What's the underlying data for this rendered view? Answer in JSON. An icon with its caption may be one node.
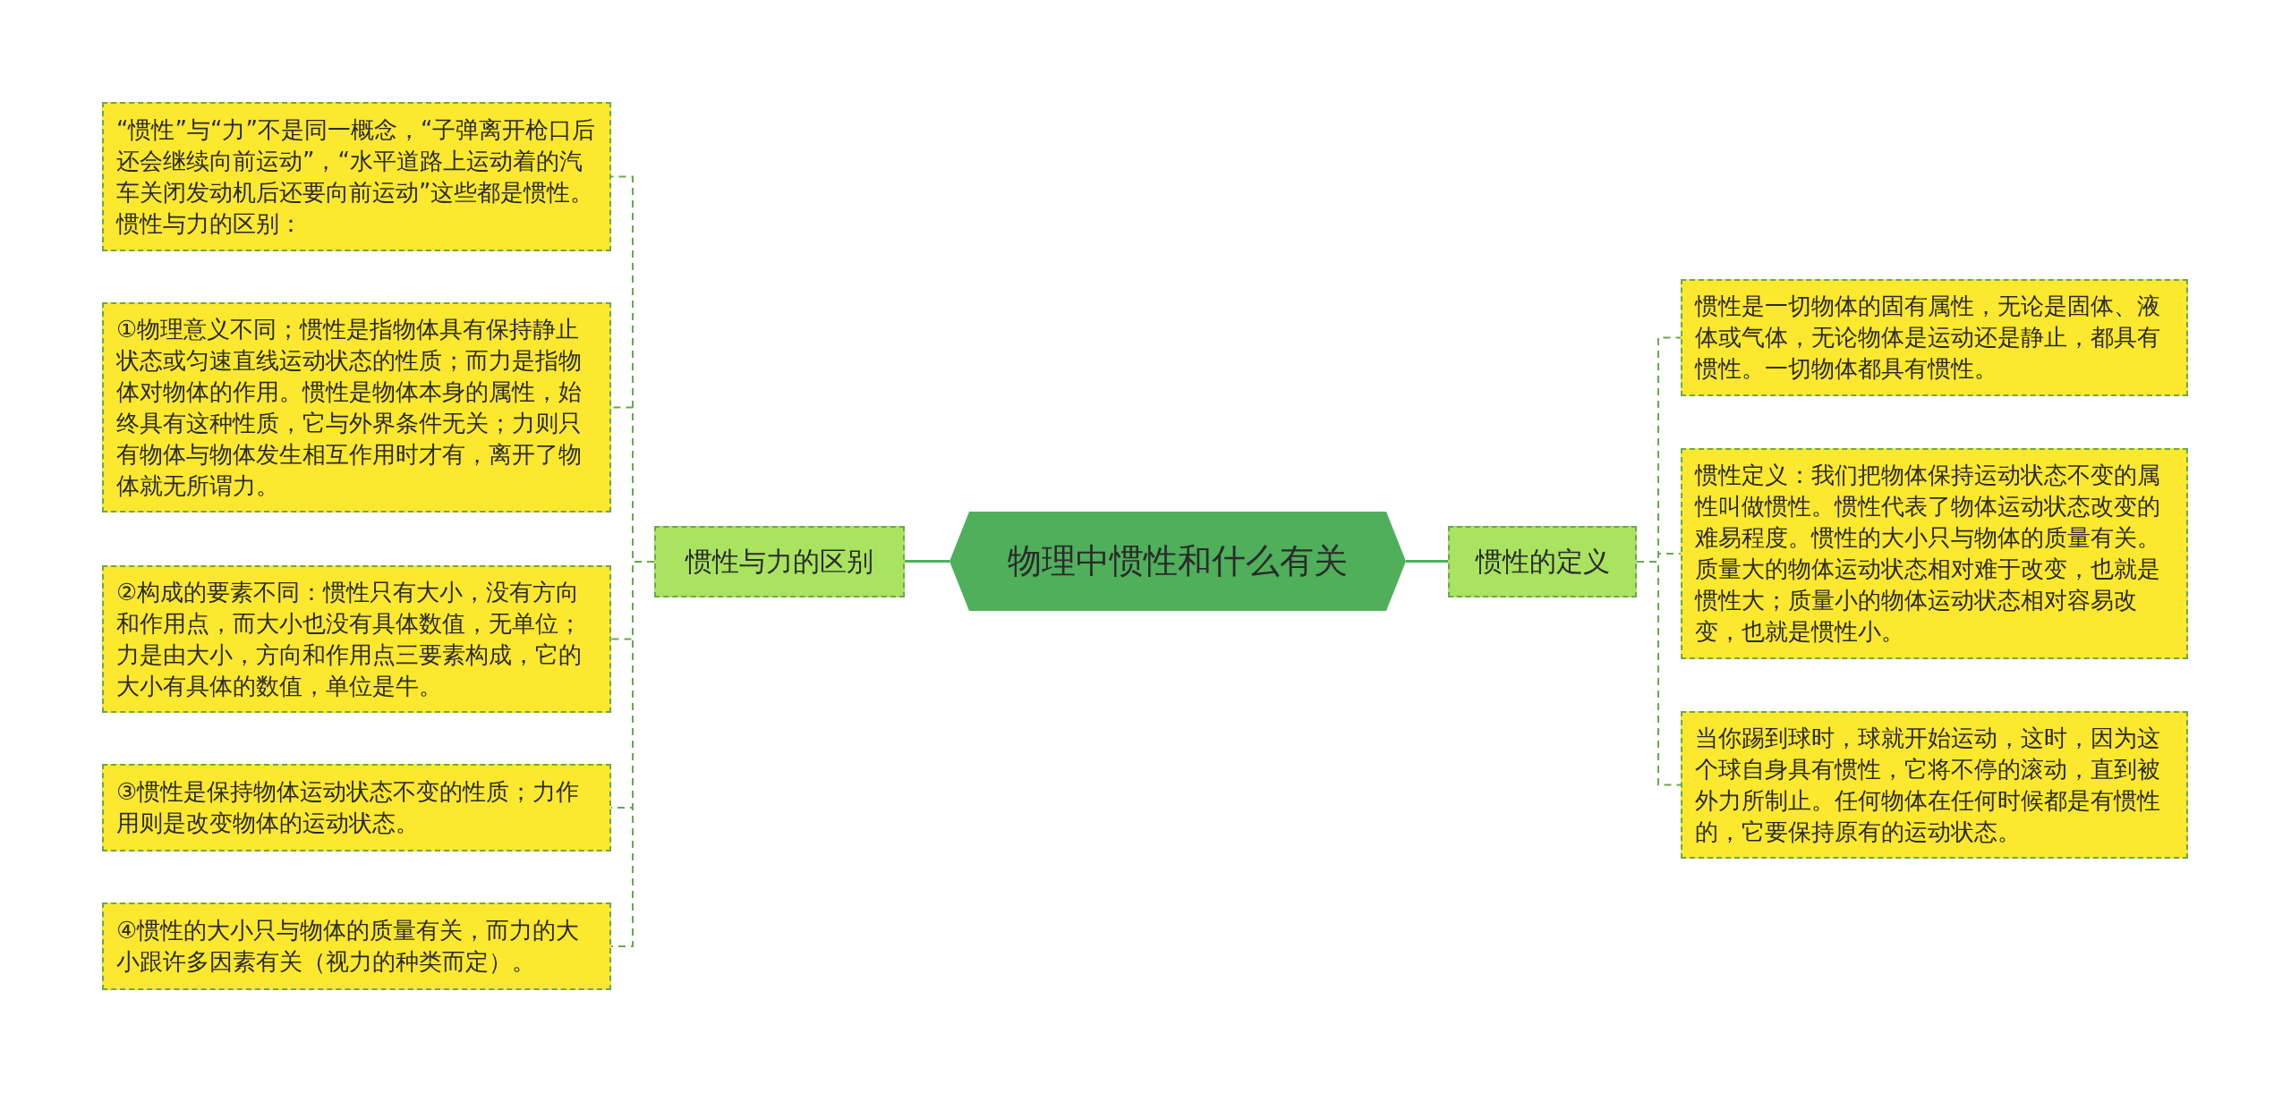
{
  "diagram": {
    "nodes": [
      {
        "text": [
          "物理中惯性和什么有关"
        ]
      },
      {
        "text": [
          "惯性与力的区别"
        ]
      },
      {
        "text": [
          "“惯性”与“力”不是同一概念，“子弹离开枪口后还会继续向前运动”，“水平道路上运动着的汽车关闭发动机后还要向前运动”这些都是惯性。惯性与力的区别："
        ]
      },
      {
        "text": [
          "①物理意义不同；惯性是指物体具有保持静止状态或匀速直线运动状态的性质；而力是指物体对物体的作用。惯性是物体本身的属性，始终具有这种性质，它与外界条件无关；力则只有物体与物体发生相互作用时才有，离开了物体就无所谓力。"
        ]
      },
      {
        "text": [
          "②构成的要素不同：惯性只有大小，没有方向和作用点，而大小也没有具体数值，无单位；力是由大小，方向和作用点三要素构成，它的大小有具体的数值，单位是牛。"
        ]
      },
      {
        "text": [
          "③惯性是保持物体运动状态不变的性质；力作用则是改变物体的运动状态。"
        ]
      },
      {
        "text": [
          "④惯性的大小只与物体的质量有关，而力的大小跟许多因素有关（视力的种类而定）。"
        ]
      },
      {
        "text": [
          "惯性的定义"
        ]
      },
      {
        "text": [
          "惯性是一切物体的固有属性，无论是固体、液体或气体，无论物体是运动还是静止，都具有惯性。一切物体都具有惯性。"
        ]
      },
      {
        "text": [
          "惯性定义：我们把物体保持运动状态不变的属性叫做惯性。惯性代表了物体运动状态改变的难易程度。惯性的大小只与物体的质量有关。质量大的物体运动状态相对难于改变，也就是惯性大；质量小的物体运动状态相对容易改变，也就是惯性小。"
        ]
      },
      {
        "text": [
          "当你踢到球时，球就开始运动，这时，因为这个球自身具有惯性，它将不停的滚动，直到被外力所制止。任何物体在任何时候都是有惯性的，它要保持原有的运动状态。"
        ]
      }
    ],
    "edges": [
      {
        "from": 0,
        "to": 1,
        "arrow": "none"
      },
      {
        "from": 1,
        "to": 2,
        "arrow": "none",
        "style": "dashed"
      },
      {
        "from": 1,
        "to": 3,
        "arrow": "none",
        "style": "dashed"
      },
      {
        "from": 1,
        "to": 4,
        "arrow": "none",
        "style": "dashed"
      },
      {
        "from": 1,
        "to": 5,
        "arrow": "none",
        "style": "dashed"
      },
      {
        "from": 1,
        "to": 6,
        "arrow": "none",
        "style": "dashed"
      },
      {
        "from": 0,
        "to": 7,
        "arrow": "none"
      },
      {
        "from": 7,
        "to": 8,
        "arrow": "none",
        "style": "dashed"
      },
      {
        "from": 7,
        "to": 9,
        "arrow": "none",
        "style": "dashed"
      },
      {
        "from": 7,
        "to": 10,
        "arrow": "none",
        "style": "dashed"
      }
    ]
  }
}
